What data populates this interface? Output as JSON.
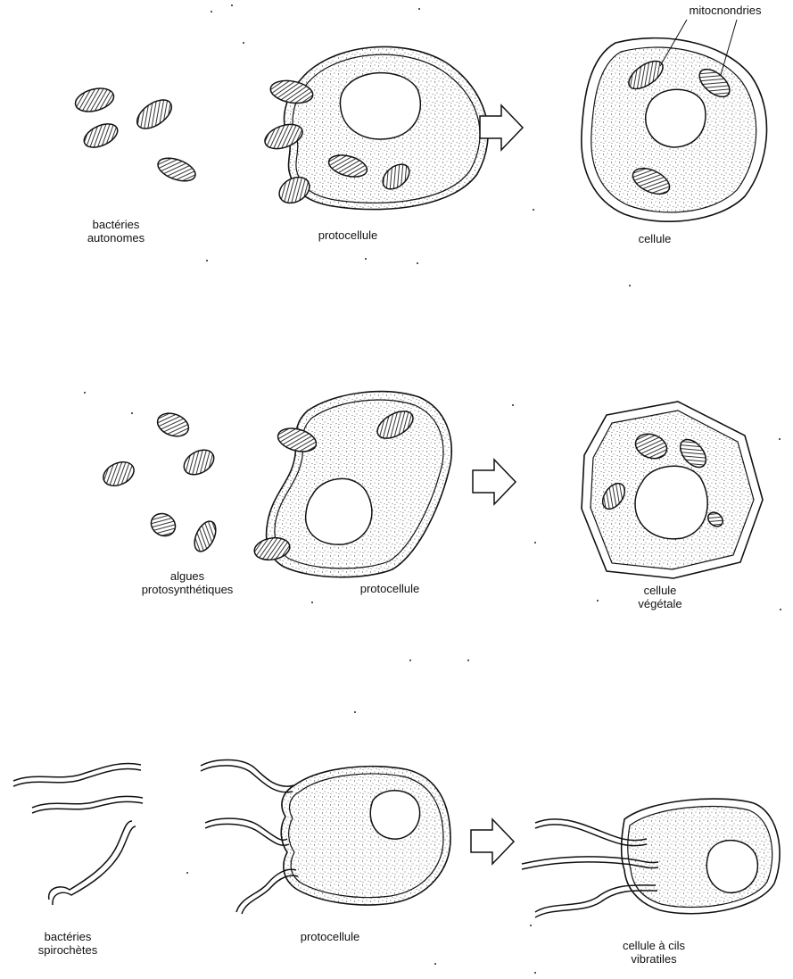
{
  "title": "",
  "colors": {
    "ink": "#1a1a1a",
    "fill": "#ffffff",
    "hatch": "#555555"
  },
  "rows": [
    {
      "free_label": [
        "bactéries",
        "autonomes"
      ],
      "proto_label": "protocellule",
      "cell_label": [
        "cellule"
      ],
      "annotation": "mitocnondries"
    },
    {
      "free_label": [
        "algues",
        "protosynthétiques"
      ],
      "proto_label": "protocellule",
      "cell_label": [
        "cellule",
        "végétale"
      ]
    },
    {
      "free_label": [
        "bactéries",
        "spirochètes"
      ],
      "proto_label": "protocellule",
      "cell_label": [
        "cellule à cils",
        "vibratiles"
      ]
    }
  ],
  "icons": {
    "arrow": "arrow-right-icon"
  }
}
